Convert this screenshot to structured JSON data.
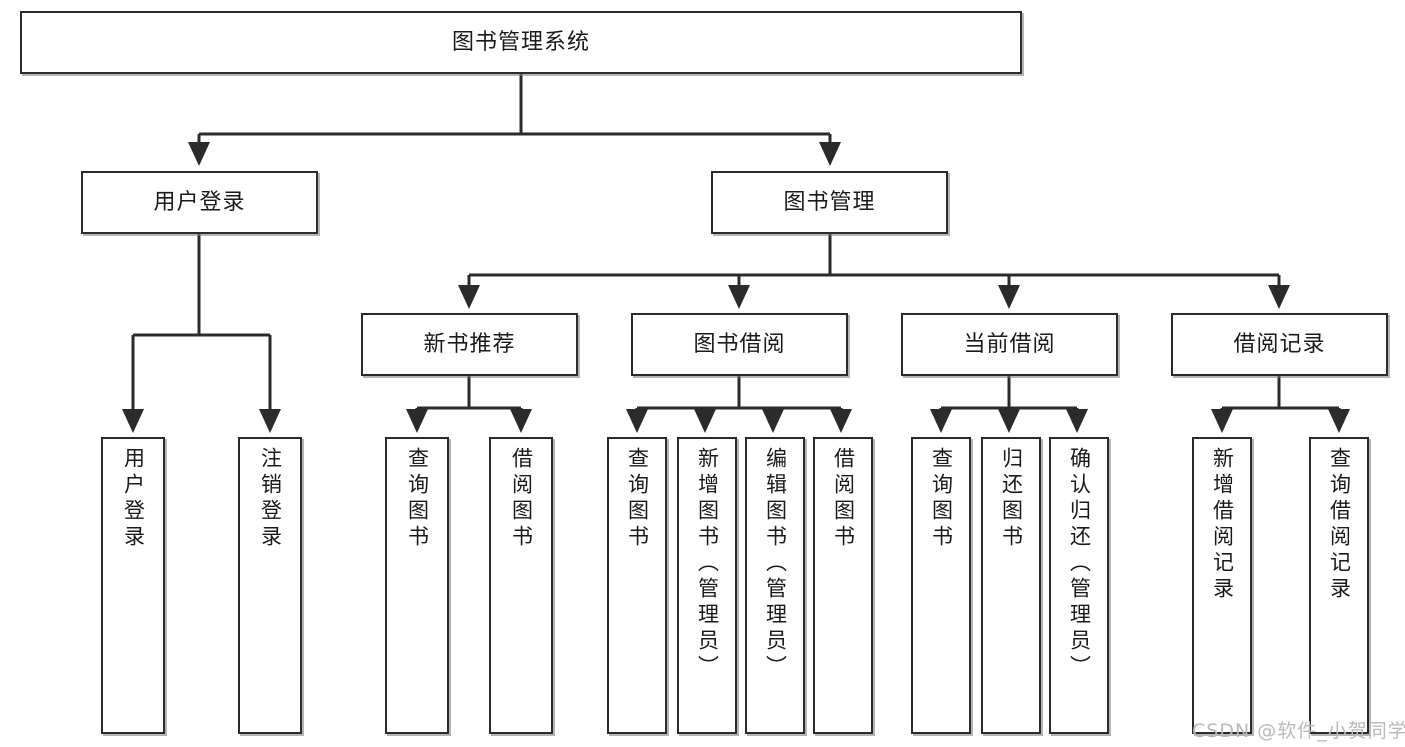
{
  "diagram": {
    "title": "图书管理系统",
    "type": "tree-hierarchy-chart",
    "root": {
      "label": "图书管理系统"
    },
    "level2": [
      {
        "label": "用户登录"
      },
      {
        "label": "图书管理"
      }
    ],
    "level3": [
      {
        "label": "新书推荐"
      },
      {
        "label": "图书借阅"
      },
      {
        "label": "当前借阅"
      },
      {
        "label": "借阅记录"
      }
    ],
    "leaves": {
      "user_login": [
        {
          "label": "用户登录"
        },
        {
          "label": "注销登录"
        }
      ],
      "new_book": [
        {
          "label": "查询图书"
        },
        {
          "label": "借阅图书"
        }
      ],
      "book_borrow": [
        {
          "label": "查询图书"
        },
        {
          "label": "新增图书（管理员）"
        },
        {
          "label": "编辑图书（管理员）"
        },
        {
          "label": "借阅图书"
        }
      ],
      "current_borrow": [
        {
          "label": "查询图书"
        },
        {
          "label": "归还图书"
        },
        {
          "label": "确认归还（管理员）"
        }
      ],
      "borrow_record": [
        {
          "label": "新增借阅记录"
        },
        {
          "label": "查询借阅记录"
        }
      ]
    }
  },
  "watermark": {
    "text": "CSDN @软件_小贺同学"
  },
  "colors": {
    "stroke": "#2b2b2b",
    "fill": "#ffffff",
    "text": "#1a1a1a",
    "shadow": "#787878",
    "watermark": "#b9b9b9"
  }
}
